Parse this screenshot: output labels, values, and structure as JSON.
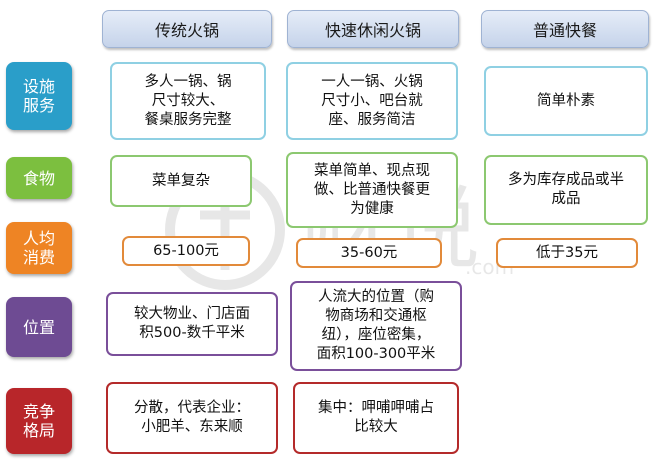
{
  "columns": [
    "传统火锅",
    "快速休闲火锅",
    "普通快餐"
  ],
  "rows": [
    {
      "label": "设施\n服务",
      "color": "#2a9ec9",
      "cells": [
        "多人一锅、锅\n尺寸较大、\n餐桌服务完整",
        "一人一锅、火锅\n尺寸小、吧台就\n座、服务简洁",
        "简单朴素"
      ]
    },
    {
      "label": "食物",
      "color": "#7cbf3f",
      "cells": [
        "菜单复杂",
        "菜单简单、现点现\n做、比普通快餐更\n为健康",
        "多为库存成品或半\n成品"
      ]
    },
    {
      "label": "人均\n消费",
      "color": "#ee8424",
      "cells": [
        "65-100元",
        "35-60元",
        "低于35元"
      ]
    },
    {
      "label": "位置",
      "color": "#6e4b93",
      "cells": [
        "较大物业、门店面\n积500-数千平米",
        "人流大的位置（购\n物商场和交通枢\n纽），座位密集，\n面积100-300平米",
        ""
      ]
    },
    {
      "label": "竞争\n格局",
      "color": "#b8262a",
      "cells": [
        "分散，代表企业：\n小肥羊、东来顺",
        "集中：呷哺呷哺占\n比较大",
        ""
      ]
    }
  ],
  "watermark": {
    "icon": "shield-logo-icon",
    "text": "财说",
    "domain": ".com"
  }
}
